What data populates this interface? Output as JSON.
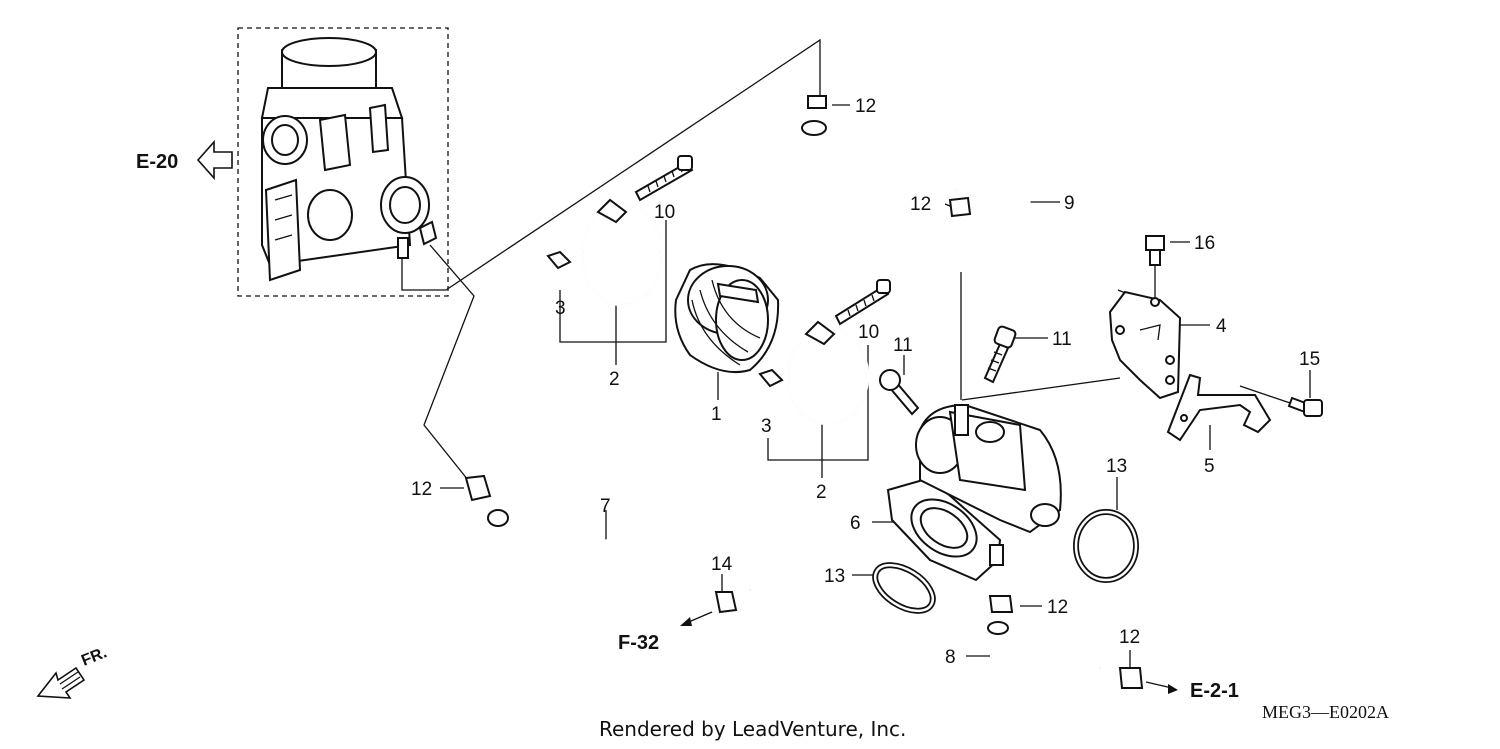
{
  "refs": {
    "e20": "E-20",
    "f32": "F-32",
    "e21": "E-2-1"
  },
  "callouts": {
    "c1": "1",
    "c2a": "2",
    "c2b": "2",
    "c3a": "3",
    "c3b": "3",
    "c4": "4",
    "c5": "5",
    "c6": "6",
    "c7": "7",
    "c8": "8",
    "c9": "9",
    "c10a": "10",
    "c10b": "10",
    "c11a": "11",
    "c11b": "11",
    "c12a": "12",
    "c12b": "12",
    "c12c": "12",
    "c12d": "12",
    "c12e": "12",
    "c13a": "13",
    "c13b": "13",
    "c14": "14",
    "c15": "15",
    "c16": "16"
  },
  "front_label": "FR.",
  "diagram_code": "MEG3—E0202A",
  "credit": "Rendered by LeadVenture, Inc."
}
